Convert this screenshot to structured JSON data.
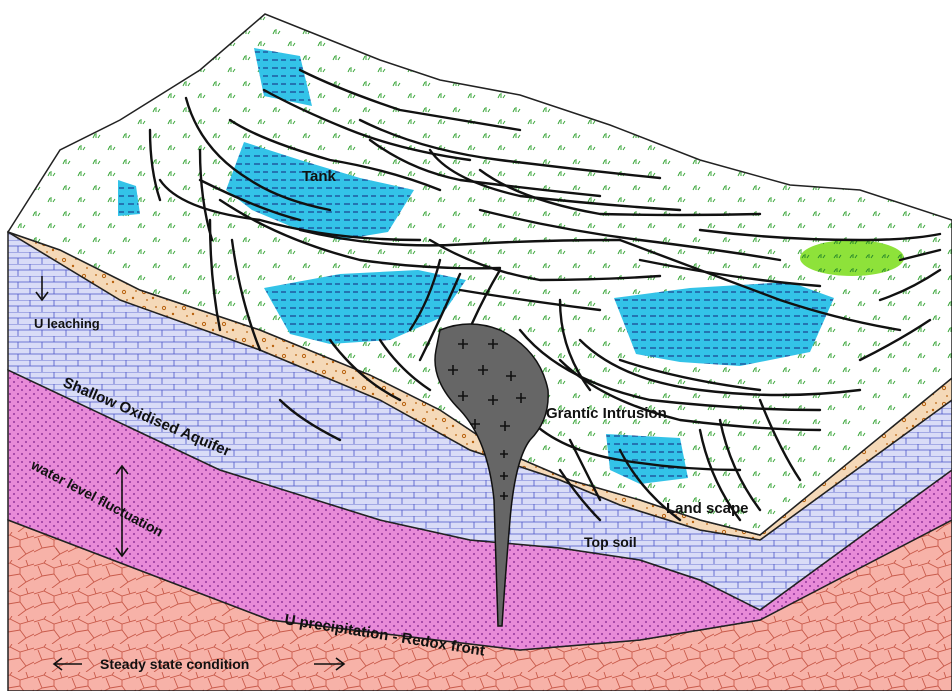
{
  "labels": {
    "tank": "Tank",
    "u_leaching": "U leaching",
    "shallow_aquifer": "Shallow Oxidised Aquifer",
    "water_level": "water level fluctuation",
    "granitic_intrusion": "Grantic Intrusion",
    "landscape": "Land scape",
    "top_soil": "Top soil",
    "u_precipitation": "U precipitation - Redox front",
    "steady_state": "Steady state condition"
  },
  "colors": {
    "landscape_fill": "#ffffff",
    "vegetation": "#4caf50",
    "water_bodies": "#33c3e8",
    "water_dash": "#1a3f8f",
    "top_soil": "#f5d9b8",
    "top_soil_dots": "#b8620f",
    "aquifer": "#d9dcf7",
    "aquifer_brick": "#4a55c8",
    "fluctuation_zone": "#e88ad8",
    "fluctuation_dots": "#7a1e8a",
    "bedrock": "#f7b2a8",
    "bedrock_lines": "#c85a4a",
    "intrusion": "#666666",
    "green_patch": "#8ee23a"
  },
  "icons": [
    "down-arrow-icon",
    "double-arrow-icon",
    "left-arrow-icon",
    "right-arrow-icon"
  ]
}
